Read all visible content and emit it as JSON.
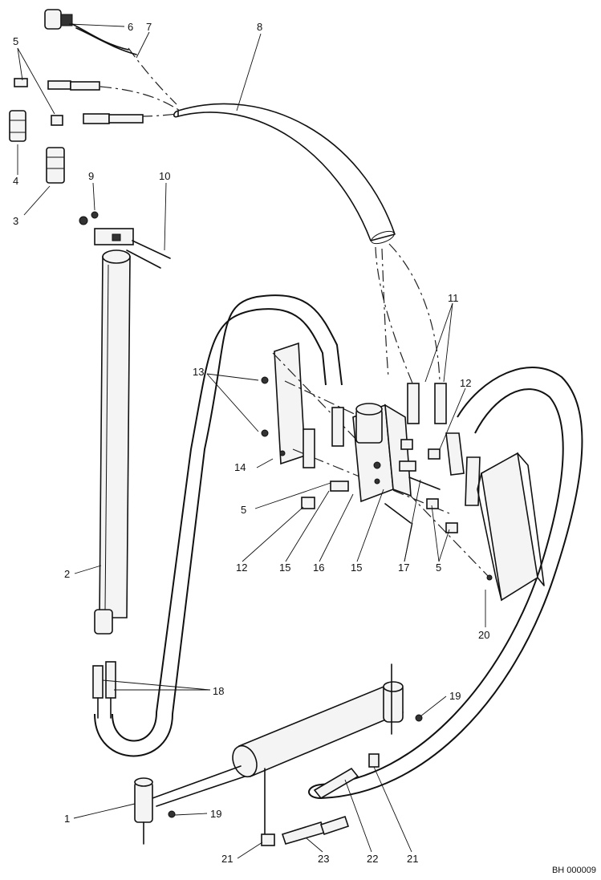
{
  "callouts": {
    "c1": "1",
    "c2": "2",
    "c3": "3",
    "c4": "4",
    "c5a": "5",
    "c5b": "5",
    "c6": "6",
    "c7": "7",
    "c8": "8",
    "c9": "9",
    "c10": "10",
    "c11": "11",
    "c12a": "12",
    "c12b": "12",
    "c13": "13",
    "c14": "14",
    "c5c": "5",
    "c15a": "15",
    "c15b": "15",
    "c16": "16",
    "c17": "17",
    "c18": "18",
    "c19a": "19",
    "c19b": "19",
    "c20": "20",
    "c21a": "21",
    "c21b": "21",
    "c22": "22",
    "c23": "23"
  },
  "reference_code": "BH 000009"
}
